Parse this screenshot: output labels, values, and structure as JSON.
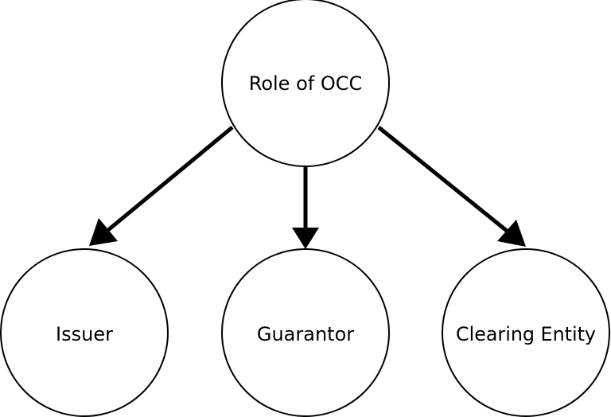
{
  "diagram": {
    "root": {
      "label": "Role of OCC"
    },
    "children": [
      {
        "label": "Issuer"
      },
      {
        "label": "Guarantor"
      },
      {
        "label": "Clearing Entity"
      }
    ]
  },
  "colors": {
    "stroke": "#000000",
    "fill": "#ffffff",
    "background": "#ffffff"
  }
}
